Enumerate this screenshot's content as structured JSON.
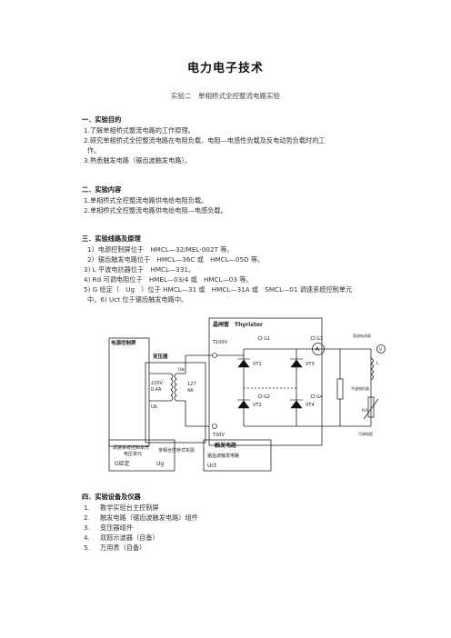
{
  "doc": {
    "title": "电力电子技术",
    "subtitle": "实验二　单相桥式全控整流电路实验"
  },
  "s1": {
    "heading": "一．实验目的",
    "items": [
      "1.了解单相桥式整流电路的工作原理。",
      "2.研究单相桥式全控整流电路在电阻负载、电阻—电感性负载及反电动势负载时的工",
      "作。",
      "3.熟悉触发电路（锯齿波触发电路）。"
    ]
  },
  "s2": {
    "heading": "二．实验内容",
    "items": [
      "1.单相桥式全控整流电路供电给电阻负载。",
      "2.单相桥式全控整流电路供电给电阻—电感负载。"
    ]
  },
  "s3": {
    "heading": "三．实验线路及原理",
    "items": [
      "1）电源控制屏位于　HMCL—32/MEL-002T 等。",
      "2）锯齿触发电路位于　HMCL—36C 或　HMCL—05D 等。",
      "3) L 平波电抗器位于　HMCL—331。",
      "4) Rd 可调电阻位于　HMEL—03/4 或　HMCL—03 等。",
      "5) G 给定（　Ug　）位于 HMCL—31 或　HMCL—31A 或　SMCL—01 调速系统控制单元",
      "中。6) Uct 位于锯齿触发电路中。"
    ]
  },
  "diagram": {
    "power_box": "电源控制屏",
    "transformer": "变压器",
    "tr_220": "220V",
    "tr_04a": "0.4A",
    "tr_ua": "Ua",
    "tr_ub": "Ub",
    "tr_127": "127",
    "tr_4a": "4A",
    "thyristor_cn": "晶闸管",
    "thyristor_en": "Thyristor",
    "t100": "T100V",
    "t30": "T30V",
    "g1": "G1",
    "g3": "G3",
    "g2": "G2",
    "g4": "G4",
    "vt1": "VT1",
    "vt2": "VT2",
    "vt3": "VT3",
    "vt4": "VT4",
    "caption": "单相全控桥式实验",
    "ctrl_unit_l1": "调速系统控制单元",
    "ctrl_unit_l2": "电压单元",
    "ug_label": "G给定",
    "ug": "Ug",
    "trig_l1": "触发电路",
    "trig_l2": "锯齿波触发电路",
    "uct": "Uct",
    "meter_a": "A",
    "meter_v": "V",
    "right_l1": "直流电流表",
    "right_l2": "L",
    "right_l3": "平波电抗器",
    "right_rd": "Rd",
    "right_l4": "可调电阻"
  },
  "s4": {
    "heading": "四．实验设备及仪器",
    "items": [
      {
        "n": "1.",
        "t": "教学实验台主控制屏"
      },
      {
        "n": "2.",
        "t": "触发电路（锯齿波触发电路）组件"
      },
      {
        "n": "3.",
        "t": "变压器组件"
      },
      {
        "n": "4.",
        "t": "双踪示波器（自备）"
      },
      {
        "n": "5.",
        "t": "万用表（自备）"
      }
    ]
  }
}
